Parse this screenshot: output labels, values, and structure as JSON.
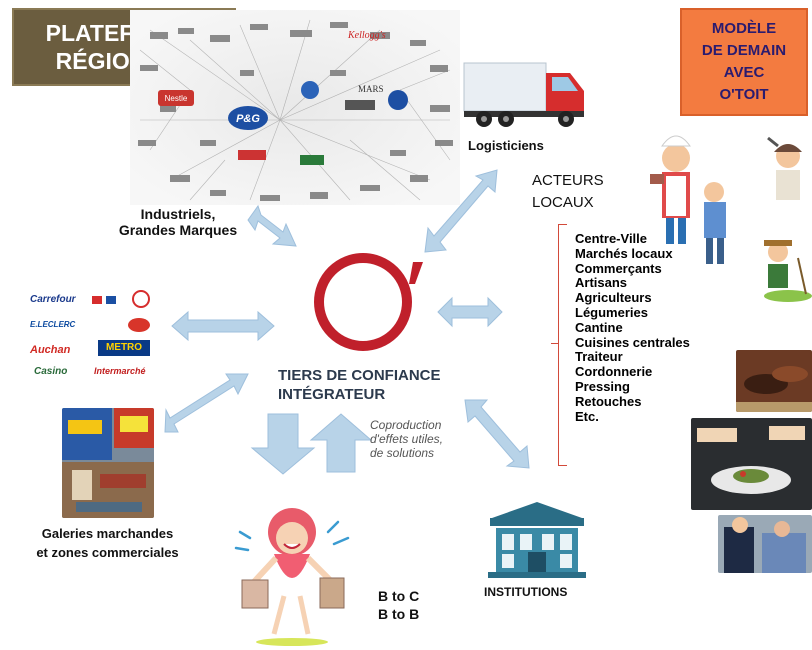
{
  "badges": {
    "platform": [
      "PLATEFORME",
      "RÉGIONALE"
    ],
    "model": [
      "MODÈLE",
      "DE DEMAIN",
      "AVEC",
      "O'TOIT"
    ]
  },
  "nodes": {
    "industrials": [
      "Industriels,",
      "Grandes Marques"
    ],
    "logistics": "Logisticiens",
    "local_actors": [
      "ACTEURS",
      "LOCAUX"
    ],
    "center": [
      "TIERS DE CONFIANCE",
      "INTÉGRATEUR"
    ],
    "coproduction": [
      "Coproduction",
      "d'effets utiles,",
      "de solutions"
    ],
    "galleries": [
      "Galeries marchandes",
      "et zones commerciales"
    ],
    "institutions": "INSTITUTIONS",
    "b2": [
      "B to C",
      "B to B"
    ]
  },
  "local_actors_list": [
    "Centre-Ville",
    "Marchés locaux",
    "Commerçants",
    "Artisans",
    "Agriculteurs",
    "Légumeries",
    "Cantine",
    "Cuisines centrales",
    "Traiteur",
    "Cordonnerie",
    "Pressing",
    "Retouches",
    "Etc."
  ],
  "retailer_logos": [
    "Carrefour",
    "E.LECLERC",
    "Auchan",
    "METRO",
    "Casino",
    "Intermarché"
  ],
  "colors": {
    "arrow": "#b8d3e8",
    "arrow_stroke": "#9ebfdc",
    "logo_ring": "#c0202b",
    "brand_red": "#d24a3a"
  }
}
